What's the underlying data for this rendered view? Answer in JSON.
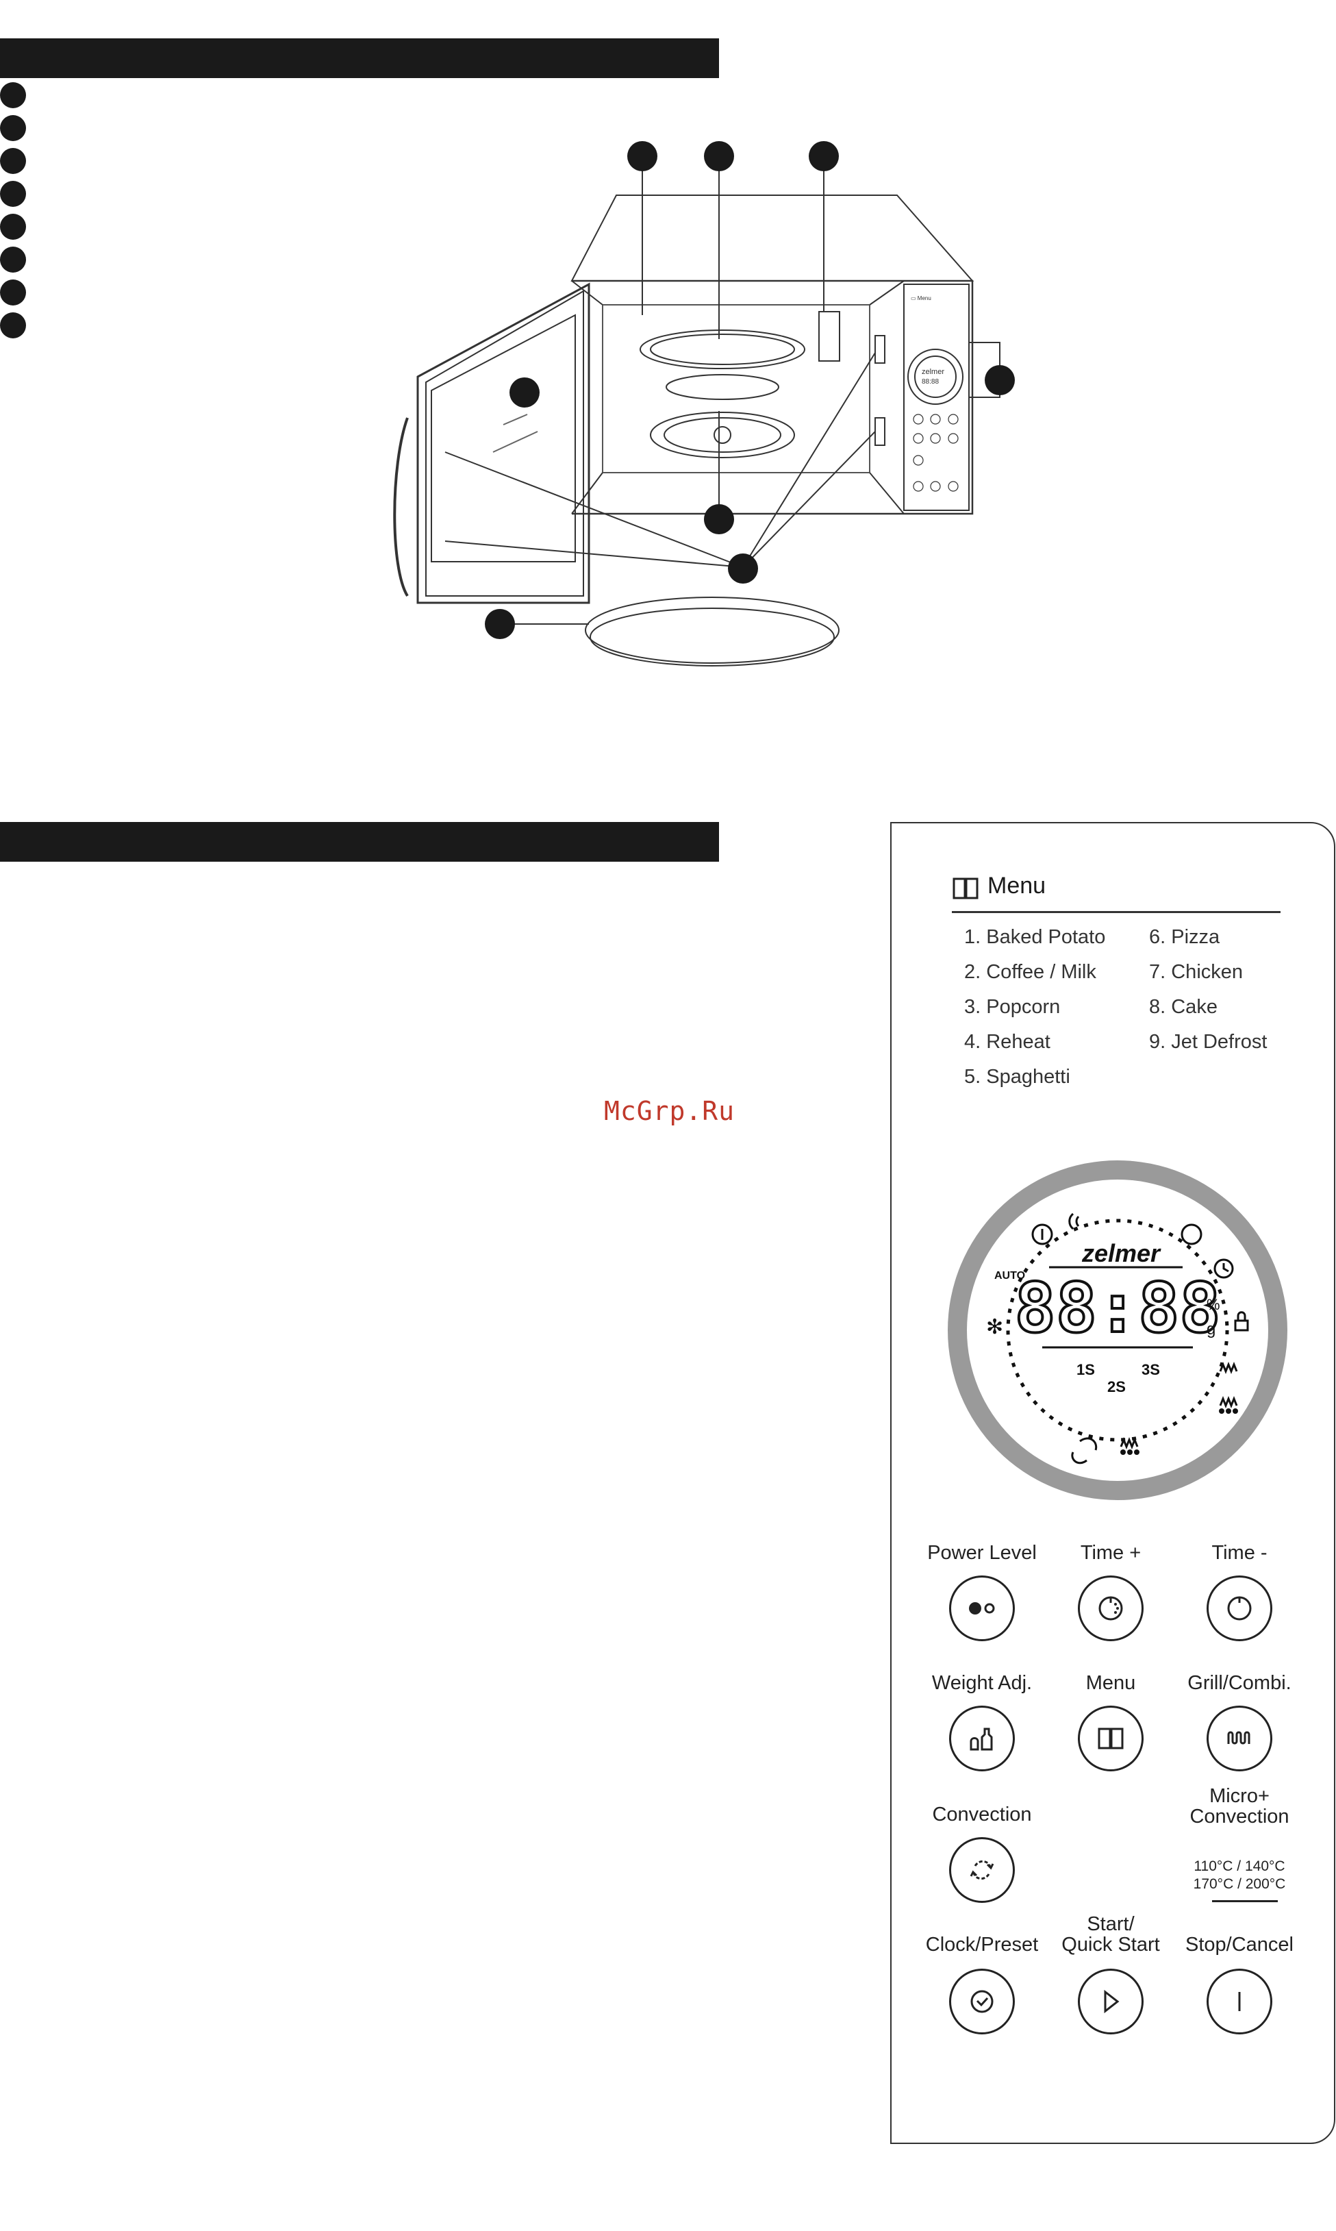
{
  "watermark": "McGrp.Ru",
  "diagram": {
    "callout_count": 8,
    "panel_brand": "zelmer",
    "panel_display": "88:88"
  },
  "panel": {
    "menu_title": "Menu",
    "menu_items_left": [
      "1. Baked Potato",
      "2. Coffee / Milk",
      "3. Popcorn",
      "4. Reheat",
      "5. Spaghetti"
    ],
    "menu_items_right": [
      "6. Pizza",
      "7. Chicken",
      "8. Cake",
      "9. Jet Defrost"
    ],
    "display": {
      "brand": "zelmer",
      "digits": "88:88",
      "auto": "AUTO",
      "percent": "%",
      "gram": "g",
      "stage1": "1S",
      "stage2": "2S",
      "stage3": "3S"
    },
    "buttons": {
      "power_level": "Power Level",
      "time_plus": "Time +",
      "time_minus": "Time -",
      "weight_adj": "Weight Adj.",
      "menu": "Menu",
      "grill_combi": "Grill/Combi.",
      "convection": "Convection",
      "micro_convection_1": "Micro+",
      "micro_convection_2": "Convection",
      "micro_temps_1": "110°C / 140°C",
      "micro_temps_2": "170°C / 200°C",
      "clock_preset": "Clock/Preset",
      "start_1": "Start/",
      "start_2": "Quick Start",
      "stop_cancel": "Stop/Cancel"
    }
  }
}
